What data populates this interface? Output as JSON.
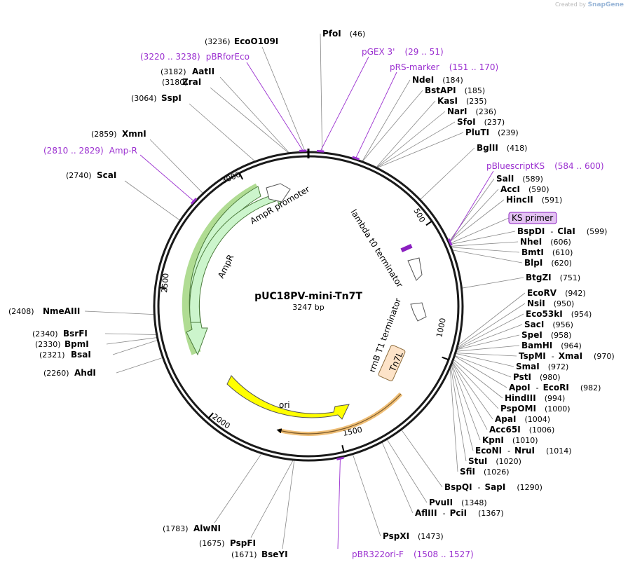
{
  "credit": {
    "prefix": "Created by",
    "brand": "SnapGene"
  },
  "plasmid": {
    "name": "pUC18PV-mini-Tn7T",
    "length_label": "3247 bp",
    "length": 3247
  },
  "ticks": [
    {
      "label": "500",
      "pos": 500
    },
    {
      "label": "1000",
      "pos": 1000
    },
    {
      "label": "1500",
      "pos": 1500
    },
    {
      "label": "2000",
      "pos": 2000
    },
    {
      "label": "2500",
      "pos": 2500
    },
    {
      "label": "3000",
      "pos": 3000
    }
  ],
  "sites_right": [
    {
      "name": "PfoI",
      "pos": "(46)",
      "bp": 46
    },
    {
      "name": "NdeI",
      "pos": "(184)",
      "bp": 184
    },
    {
      "name": "BstAPI",
      "pos": "(185)",
      "bp": 185
    },
    {
      "name": "KasI",
      "pos": "(235)",
      "bp": 235
    },
    {
      "name": "NarI",
      "pos": "(236)",
      "bp": 236
    },
    {
      "name": "SfoI",
      "pos": "(237)",
      "bp": 237
    },
    {
      "name": "PluTI",
      "pos": "(239)",
      "bp": 239
    },
    {
      "name": "BglII",
      "pos": "(418)",
      "bp": 418
    },
    {
      "name": "SalI",
      "pos": "(589)",
      "bp": 589
    },
    {
      "name": "AccI",
      "pos": "(590)",
      "bp": 590
    },
    {
      "name": "HincII",
      "pos": "(591)",
      "bp": 591
    },
    {
      "name": "BspDI",
      "sep": "-",
      "name2": "ClaI",
      "pos": "(599)",
      "bp": 599
    },
    {
      "name": "NheI",
      "pos": "(606)",
      "bp": 606
    },
    {
      "name": "BmtI",
      "pos": "(610)",
      "bp": 610
    },
    {
      "name": "BlpI",
      "pos": "(620)",
      "bp": 620
    },
    {
      "name": "BtgZI",
      "pos": "(751)",
      "bp": 751
    },
    {
      "name": "EcoRV",
      "pos": "(942)",
      "bp": 942
    },
    {
      "name": "NsiI",
      "pos": "(950)",
      "bp": 950
    },
    {
      "name": "Eco53kI",
      "pos": "(954)",
      "bp": 954
    },
    {
      "name": "SacI",
      "pos": "(956)",
      "bp": 956
    },
    {
      "name": "SpeI",
      "pos": "(958)",
      "bp": 958
    },
    {
      "name": "BamHI",
      "pos": "(964)",
      "bp": 964
    },
    {
      "name": "TspMI",
      "sep": "-",
      "name2": "XmaI",
      "pos": "(970)",
      "bp": 970
    },
    {
      "name": "SmaI",
      "pos": "(972)",
      "bp": 972
    },
    {
      "name": "PstI",
      "pos": "(980)",
      "bp": 980
    },
    {
      "name": "ApoI",
      "sep": "-",
      "name2": "EcoRI",
      "pos": "(982)",
      "bp": 982
    },
    {
      "name": "HindIII",
      "pos": "(994)",
      "bp": 994
    },
    {
      "name": "PspOMI",
      "pos": "(1000)",
      "bp": 1000
    },
    {
      "name": "ApaI",
      "pos": "(1004)",
      "bp": 1004
    },
    {
      "name": "Acc65I",
      "pos": "(1006)",
      "bp": 1006
    },
    {
      "name": "KpnI",
      "pos": "(1010)",
      "bp": 1010
    },
    {
      "name": "EcoNI",
      "sep": "-",
      "name2": "NruI",
      "pos": "(1014)",
      "bp": 1014
    },
    {
      "name": "StuI",
      "pos": "(1020)",
      "bp": 1020
    },
    {
      "name": "SfiI",
      "pos": "(1026)",
      "bp": 1026
    },
    {
      "name": "BspQI",
      "sep": "-",
      "name2": "SapI",
      "pos": "(1290)",
      "bp": 1290
    },
    {
      "name": "PvuII",
      "pos": "(1348)",
      "bp": 1348
    },
    {
      "name": "AflIII",
      "sep": "-",
      "name2": "PciI",
      "pos": "(1367)",
      "bp": 1367
    },
    {
      "name": "PspXI",
      "pos": "(1473)",
      "bp": 1473
    }
  ],
  "sites_left": [
    {
      "name": "EcoO109I",
      "pos": "(3236)",
      "bp": 3236
    },
    {
      "name": "AatII",
      "pos": "(3182)",
      "bp": 3182
    },
    {
      "name": "ZraI",
      "pos": "(3180)",
      "bp": 3180
    },
    {
      "name": "SspI",
      "pos": "(3064)",
      "bp": 3064
    },
    {
      "name": "XmnI",
      "pos": "(2859)",
      "bp": 2859
    },
    {
      "name": "ScaI",
      "pos": "(2740)",
      "bp": 2740
    },
    {
      "name": "NmeAIII",
      "pos": "(2408)",
      "bp": 2408
    },
    {
      "name": "BsrFI",
      "pos": "(2340)",
      "bp": 2340
    },
    {
      "name": "BpmI",
      "pos": "(2330)",
      "bp": 2330
    },
    {
      "name": "BsaI",
      "pos": "(2321)",
      "bp": 2321
    },
    {
      "name": "AhdI",
      "pos": "(2260)",
      "bp": 2260
    },
    {
      "name": "AlwNI",
      "pos": "(1783)",
      "bp": 1783
    },
    {
      "name": "PspFI",
      "pos": "(1675)",
      "bp": 1675
    },
    {
      "name": "BseYI",
      "pos": "(1671)",
      "bp": 1671
    }
  ],
  "primers": [
    {
      "name": "pGEX 3'",
      "range": "(29 .. 51)",
      "bp": 40
    },
    {
      "name": "pRS-marker",
      "range": "(151 .. 170)",
      "bp": 160
    },
    {
      "name": "pBluescriptKS",
      "range": "(584 .. 600)",
      "bp": 592
    },
    {
      "name": "pBR322ori-F",
      "range": "(1508 .. 1527)",
      "bp": 1517
    },
    {
      "name": "Amp-R",
      "range": "(2810 .. 2829)",
      "bp": 2819
    },
    {
      "name": "pBRforEco",
      "range": "(3220 .. 3238)",
      "bp": 3229
    }
  ],
  "ks_primer": {
    "label": "KS primer"
  },
  "features": {
    "ampr_label": "AmpR",
    "ampr_promoter_label": "AmpR promoter",
    "lambda_label": "lambda t0 terminator",
    "rrnb_label": "rrnB T1 terminator",
    "tn7l_label": "Tn7L",
    "ori_label": "ori"
  },
  "colors": {
    "backbone": "#1a1a1a",
    "ampr_fill": "#ccf5cc",
    "ampr_highlight": "#6fbf3a",
    "promoter_fill": "#ffffff",
    "ori_fill": "#ffff00",
    "tn7l_fill": "#fde3c8",
    "insert_highlight": "#e8a23c",
    "primer": "#9b30d0",
    "leader": "#888888"
  }
}
